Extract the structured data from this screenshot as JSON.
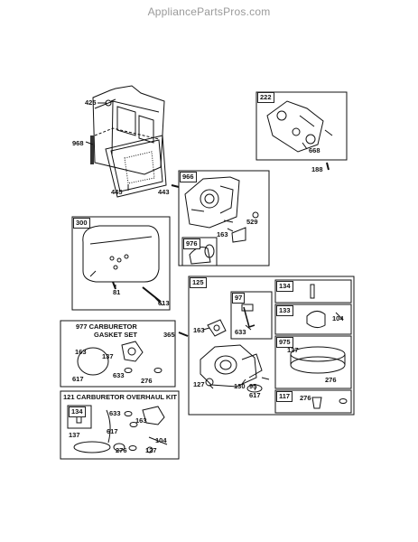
{
  "site": {
    "name": "AppliancePartsPros.com"
  },
  "colors": {
    "ink": "#111111",
    "shade": "#777777",
    "watermark": "#9a9a9a"
  },
  "group_tags": {
    "g222": "222",
    "g966": "966",
    "g976": "976",
    "g300": "300",
    "g125": "125",
    "g97": "97",
    "g134": "134",
    "g133": "133",
    "g975": "975",
    "g117": "117",
    "g134b": "134"
  },
  "titles": {
    "gasket_set": "977 CARBURETOR",
    "gasket_set_line2": "GASKET SET",
    "overhaul_kit": "121 CARBURETOR OVERHAUL KIT"
  },
  "labels": {
    "p425": "425",
    "p968": "968",
    "p445": "445",
    "p443": "443",
    "p668": "668",
    "p188": "188",
    "p529": "529",
    "p163a": "163",
    "p81": "81",
    "p613": "613",
    "p365": "365",
    "p163b": "163",
    "p633a": "633",
    "p127a": "127",
    "p130": "130",
    "p95": "95",
    "p617a": "617",
    "p104a": "104",
    "p137a": "137",
    "p276a": "276",
    "p163c": "163",
    "p137b": "137",
    "p617b": "617",
    "p633b": "633",
    "p276b": "276",
    "p633c": "633",
    "p617c": "617",
    "p163d": "163",
    "p137c": "137",
    "p104b": "104",
    "p276c": "276",
    "p127b": "127"
  }
}
